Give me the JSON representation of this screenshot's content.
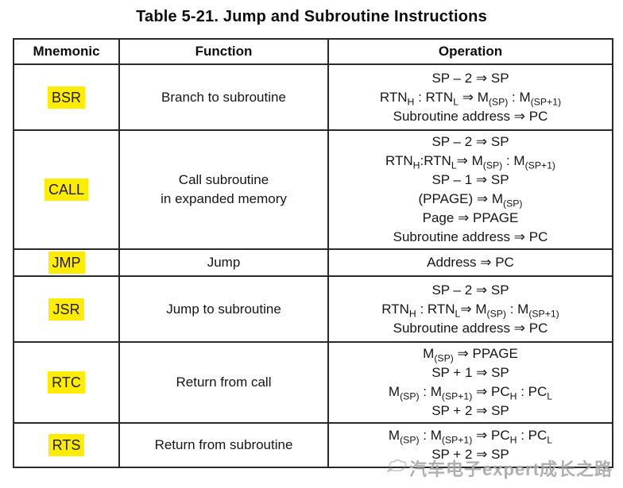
{
  "title": "Table 5-21. Jump and Subroutine Instructions",
  "table": {
    "headers": [
      "Mnemonic",
      "Function",
      "Operation"
    ],
    "rows": [
      {
        "mnemonic": "BSR",
        "function_lines": [
          "Branch to subroutine"
        ],
        "operation_lines": [
          "SP – 2 ⇒ SP",
          "RTN~H~ : RTN~L~ ⇒ M~(SP)~ : M~(SP+1)~",
          "Subroutine address ⇒ PC"
        ]
      },
      {
        "mnemonic": "CALL",
        "function_lines": [
          "Call subroutine",
          "in expanded memory"
        ],
        "operation_lines": [
          "SP – 2 ⇒ SP",
          "RTN~H~:RTN~L~⇒ M~(SP)~ : M~(SP+1)~",
          "SP – 1 ⇒ SP",
          "(PPAGE) ⇒ M~(SP)~",
          "Page ⇒ PPAGE",
          "Subroutine address ⇒ PC"
        ]
      },
      {
        "mnemonic": "JMP",
        "function_lines": [
          "Jump"
        ],
        "operation_lines": [
          "Address ⇒ PC"
        ]
      },
      {
        "mnemonic": "JSR",
        "function_lines": [
          "Jump to subroutine"
        ],
        "operation_lines": [
          "SP – 2 ⇒ SP",
          "RTN~H~ : RTN~L~⇒ M~(SP)~ : M~(SP+1)~",
          "Subroutine address ⇒ PC"
        ]
      },
      {
        "mnemonic": "RTC",
        "function_lines": [
          "Return from call"
        ],
        "operation_lines": [
          "M~(SP)~ ⇒ PPAGE",
          "SP + 1 ⇒ SP",
          "M~(SP)~ : M~(SP+1)~ ⇒ PC~H~ : PC~L~",
          "SP + 2 ⇒ SP"
        ]
      },
      {
        "mnemonic": "RTS",
        "function_lines": [
          "Return from subroutine"
        ],
        "operation_lines": [
          "M~(SP)~ : M~(SP+1)~ ⇒ PC~H~ : PC~L~",
          "SP + 2 ⇒ SP"
        ]
      }
    ]
  },
  "watermark": {
    "text": "汽车电子expert成长之路",
    "icon": "dove-icon"
  },
  "colors": {
    "highlight": "#ffec00",
    "border": "#2a2a2a",
    "watermark_gray": "#808080"
  }
}
